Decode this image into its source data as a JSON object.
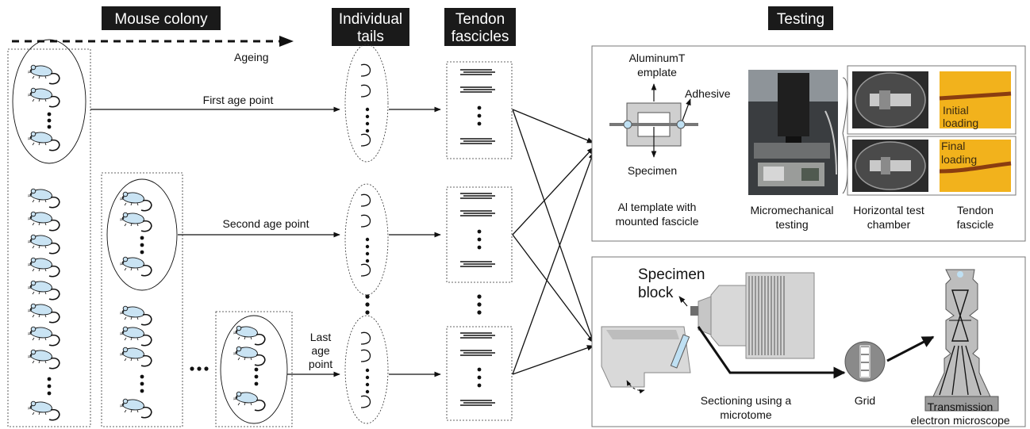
{
  "headers": {
    "colony": "Mouse colony",
    "tails": [
      "Individual",
      "tails"
    ],
    "fascicles": [
      "Tendon",
      "fascicles"
    ],
    "testing": "Testing"
  },
  "colony": {
    "ageing": "Ageing",
    "first_age_point": "First age point",
    "second_age_point": "Second age point",
    "last_age_point": [
      "Last",
      "age",
      "point"
    ]
  },
  "mechanical": {
    "template_label": [
      "AluminumT",
      "emplate"
    ],
    "adhesive": "Adhesive",
    "specimen": "Specimen",
    "template_caption": [
      "Al template with",
      "mounted fascicle"
    ],
    "micromech_caption": [
      "Micromechanical",
      "testing"
    ],
    "chamber_caption": [
      "Horizontal test",
      "chamber"
    ],
    "fascicle_caption": [
      "Tendon",
      "fascicle"
    ],
    "initial_loading": [
      "Initial",
      "loading"
    ],
    "final_loading": [
      "Final",
      "loading"
    ]
  },
  "tem": {
    "specimen_block": [
      "Specimen",
      "block"
    ],
    "sectioning": [
      "Sectioning using a",
      "microtome"
    ],
    "grid": "Grid",
    "tem_caption": [
      "Transmission",
      "electron microscope"
    ]
  },
  "colors": {
    "header_bg": "#1a1a1a",
    "mouse_fill": "#c9e3f3",
    "photo_yellow": "#f2b21c",
    "photo_dark": "#2b2b2b",
    "instrument_gray": "#d0d0d0"
  }
}
